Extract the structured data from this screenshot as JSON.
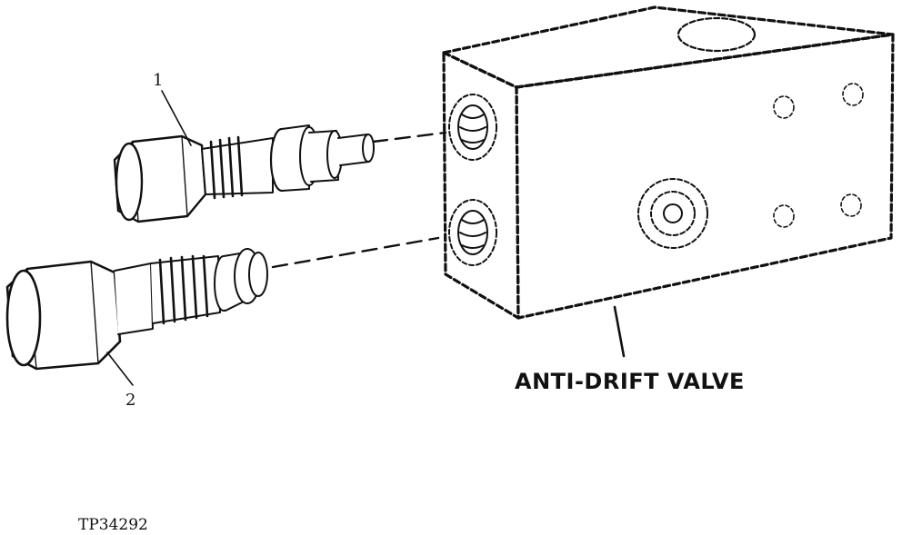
{
  "diagram": {
    "component_label": "ANTI-DRIFT VALVE",
    "callouts": {
      "part_1": "1",
      "part_2": "2"
    },
    "figure_id": "TP34292"
  }
}
